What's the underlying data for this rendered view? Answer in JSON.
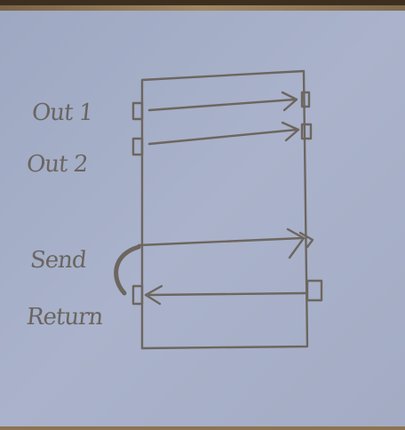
{
  "labels": {
    "out1": "Out 1",
    "out2": "Out 2",
    "send": "Send",
    "return": "Return"
  },
  "colors": {
    "paper": "#aab2c8",
    "pencil": "#6d665f",
    "wood": "#8a7452"
  }
}
